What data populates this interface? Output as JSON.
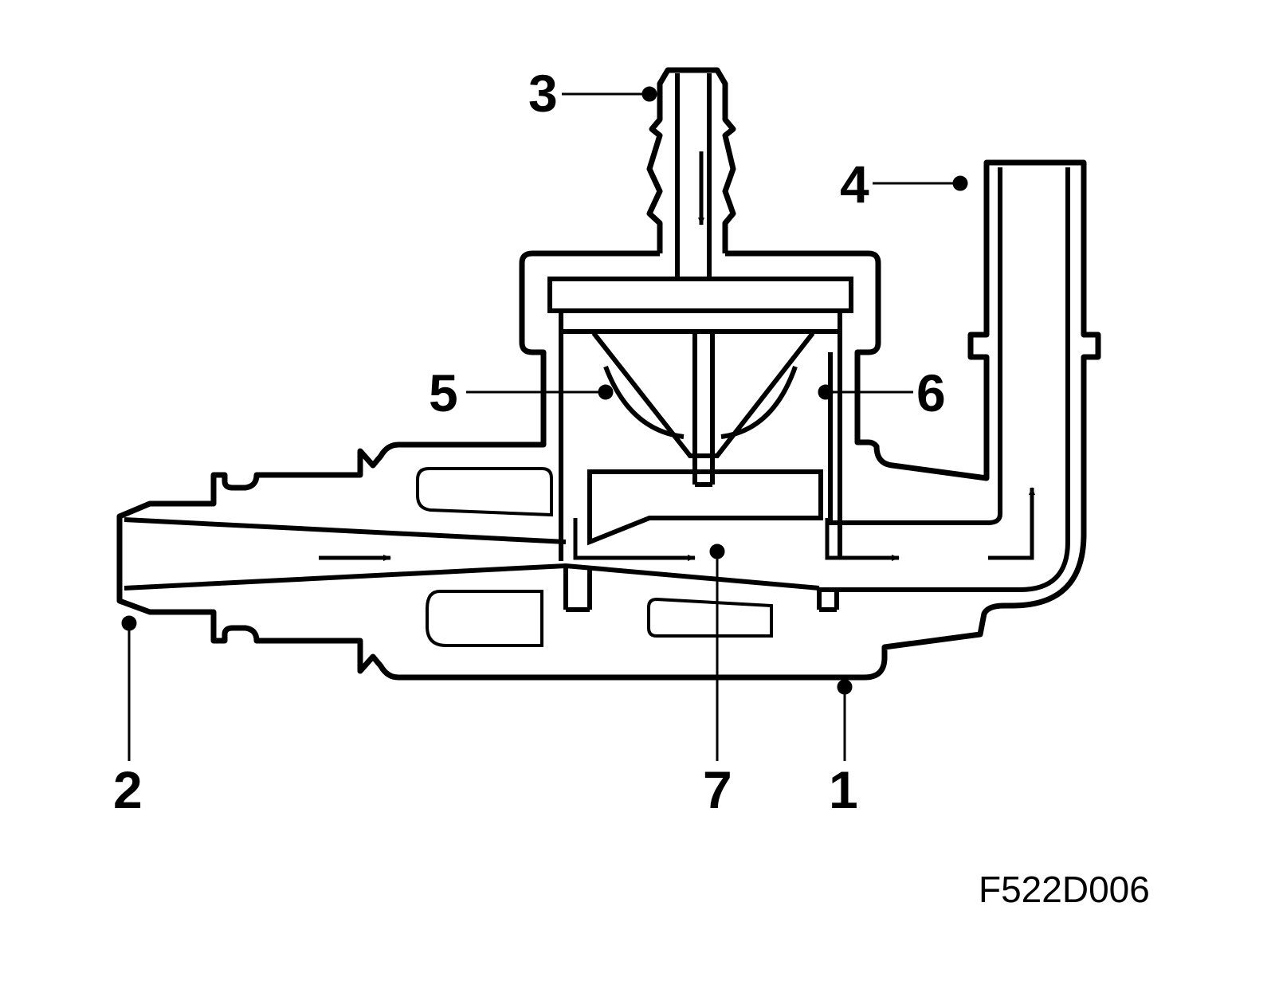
{
  "callouts": {
    "c1": "1",
    "c2": "2",
    "c3": "3",
    "c4": "4",
    "c5": "5",
    "c6": "6",
    "c7": "7"
  },
  "figure_code": "F522D006",
  "colors": {
    "stroke": "#000000",
    "background": "#ffffff"
  }
}
